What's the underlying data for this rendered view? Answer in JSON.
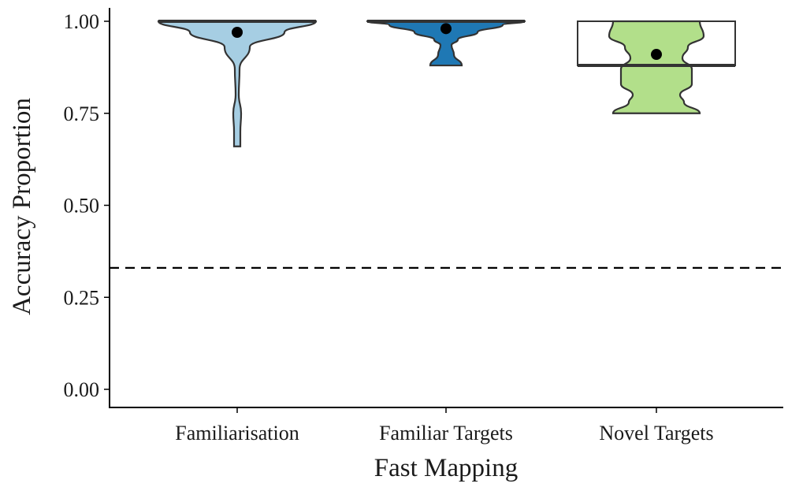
{
  "chart_data": {
    "type": "violin",
    "xlabel": "Fast Mapping",
    "ylabel": "Accuracy Proportion",
    "ylim": [
      0,
      1.03
    ],
    "yticks": [
      "0.00",
      "0.25",
      "0.50",
      "0.75",
      "1.00"
    ],
    "grid": false,
    "legend": "none",
    "reference_line": {
      "y": 0.33,
      "style": "dashed"
    },
    "categories": [
      "Familiarisation",
      "Familiar Targets",
      "Novel Targets"
    ],
    "groups": [
      {
        "category": "Familiarisation",
        "fill": "#a6cee3",
        "mean": 0.97,
        "box": {
          "q1": 1.0,
          "median": 1.0,
          "q3": 1.0
        },
        "min": 0.66,
        "max": 1.0,
        "density": [
          [
            1.0,
            1.0
          ],
          [
            0.97,
            0.6
          ],
          [
            0.93,
            0.16
          ],
          [
            0.87,
            0.03
          ],
          [
            0.8,
            0.02
          ],
          [
            0.75,
            0.05
          ],
          [
            0.7,
            0.04
          ],
          [
            0.66,
            0.04
          ]
        ]
      },
      {
        "category": "Familiar Targets",
        "fill": "#1f78b4",
        "mean": 0.98,
        "box": {
          "q1": 1.0,
          "median": 1.0,
          "q3": 1.0
        },
        "min": 0.88,
        "max": 1.0,
        "density": [
          [
            1.0,
            1.0
          ],
          [
            0.99,
            0.72
          ],
          [
            0.97,
            0.4
          ],
          [
            0.95,
            0.15
          ],
          [
            0.935,
            0.07
          ],
          [
            0.91,
            0.1
          ],
          [
            0.88,
            0.2
          ]
        ]
      },
      {
        "category": "Novel Targets",
        "fill": "#b2df8a",
        "mean": 0.91,
        "box": {
          "q1": 0.88,
          "median": 0.88,
          "q3": 1.0
        },
        "min": 0.75,
        "max": 1.0,
        "density": [
          [
            1.0,
            0.55
          ],
          [
            0.96,
            0.6
          ],
          [
            0.93,
            0.4
          ],
          [
            0.9,
            0.33
          ],
          [
            0.87,
            0.45
          ],
          [
            0.83,
            0.45
          ],
          [
            0.8,
            0.3
          ],
          [
            0.78,
            0.35
          ],
          [
            0.75,
            0.55
          ]
        ]
      }
    ]
  }
}
